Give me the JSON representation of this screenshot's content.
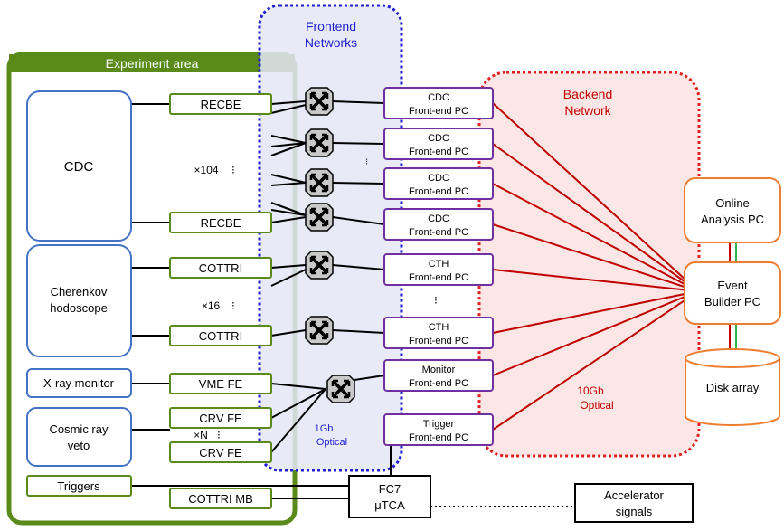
{
  "regions": {
    "experiment_area": "Experiment area",
    "frontend_networks": [
      "Frontend",
      "Networks"
    ],
    "backend_network": [
      "Backend",
      "Network"
    ]
  },
  "detectors": {
    "cdc": "CDC",
    "cherenkov": [
      "Cherenkov",
      "hodoscope"
    ],
    "xray": "X-ray monitor",
    "cosmic": [
      "Cosmic ray",
      "veto"
    ],
    "triggers": "Triggers"
  },
  "boards": {
    "recbe": "RECBE",
    "cottri": "COTTRI",
    "vme_fe": "VME FE",
    "crv_fe": "CRV FE",
    "cottri_mb": "COTTRI MB"
  },
  "multiplicities": {
    "cdc": "×104",
    "cth": "×16",
    "crv": "×N"
  },
  "frontend_pcs": {
    "cdc": [
      "CDC",
      "Front-end PC"
    ],
    "cth": [
      "CTH",
      "Front-end PC"
    ],
    "monitor": [
      "Monitor",
      "Front-end PC"
    ],
    "trigger": [
      "Trigger",
      "Front-end PC"
    ]
  },
  "backend": {
    "online": [
      "Online",
      "Analysis PC"
    ],
    "builder": [
      "Event",
      "Builder PC"
    ],
    "disk": "Disk array"
  },
  "fc7": [
    "FC7",
    "μTCA"
  ],
  "accelerator": [
    "Accelerator",
    "signals"
  ],
  "links": {
    "gb1": [
      "1Gb",
      "Optical"
    ],
    "gb10": [
      "10Gb",
      "Optical"
    ]
  },
  "colors": {
    "green": "#5a8a1a",
    "blue": "#4472c4",
    "purple": "#7030a0",
    "red": "#c00000",
    "orange": "#ed7d31",
    "frontend_border": "#1f1fd0",
    "frontend_fill": "#e4e6f7",
    "backend_border": "#e02020",
    "backend_fill": "#fde6e6",
    "link_green": "#2eb34a"
  }
}
